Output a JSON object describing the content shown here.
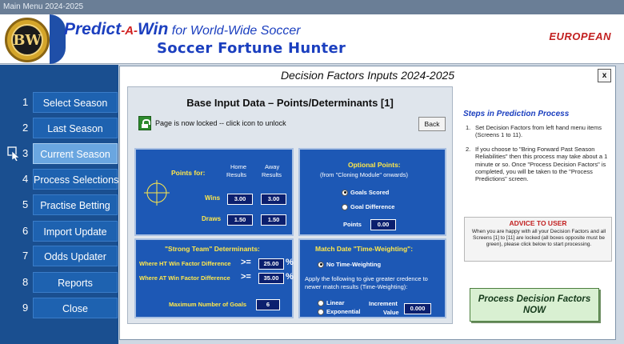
{
  "window": {
    "title": "Main Menu 2024-2025"
  },
  "header": {
    "logo_text": "BW",
    "brand_predict": "Predict",
    "brand_a": "-A-",
    "brand_win": "Win",
    "brand_rest": " for World-Wide Soccer",
    "brand_sub": "Soccer Fortune Hunter",
    "region": "EUROPEAN"
  },
  "sidebar": {
    "items": [
      {
        "num": "1",
        "label": "Select Season"
      },
      {
        "num": "2",
        "label": "Last Season"
      },
      {
        "num": "3",
        "label": "Current Season"
      },
      {
        "num": "4",
        "label": "Process Selections"
      },
      {
        "num": "5",
        "label": "Practise Betting"
      },
      {
        "num": "6",
        "label": "Import Update"
      },
      {
        "num": "7",
        "label": "Odds Updater"
      },
      {
        "num": "8",
        "label": "Reports"
      },
      {
        "num": "9",
        "label": "Close"
      }
    ]
  },
  "panel": {
    "title": "Decision Factors Inputs 2024-2025",
    "close_label": "x",
    "base_title": "Base Input Data – Points/Determinants [1]",
    "lock_text": "Page is now locked -- click icon to unlock",
    "back_label": "Back",
    "points": {
      "title": "Points for:",
      "home_hdr_1": "Home",
      "home_hdr_2": "Results",
      "away_hdr_1": "Away",
      "away_hdr_2": "Results",
      "wins_label": "Wins",
      "wins_home": "3.00",
      "wins_away": "3.00",
      "draws_label": "Draws",
      "draws_home": "1.50",
      "draws_away": "1.50"
    },
    "optional": {
      "title": "Optional Points:",
      "subtitle": "(from \"Cloning Module\" onwards)",
      "opt_goals": "Goals Scored",
      "opt_diff": "Goal Difference",
      "points_label": "Points",
      "points_value": "0.00"
    },
    "strong": {
      "title": "\"Strong Team\" Determinants:",
      "ht_label": "Where HT Win Factor Difference",
      "ht_op": ">=",
      "ht_value": "25.00",
      "ht_unit": "%",
      "at_label": "Where AT Win Factor Difference",
      "at_op": ">=",
      "at_value": "35.00",
      "at_unit": "%",
      "goals_label": "Maximum Number of Goals",
      "goals_value": "6"
    },
    "match": {
      "title": "Match Date \"Time-Weighting\":",
      "no_tw": "No Time-Weighting",
      "desc": "Apply the following to give greater credence to newer match results (Time-Weighting):",
      "linear": "Linear",
      "exponential": "Exponential",
      "inc_label_1": "Increment",
      "inc_label_2": "Value",
      "inc_value": "0.000"
    },
    "steps_title": "Steps in Prediction Process",
    "steps": [
      {
        "num": "1.",
        "text": "Set Decision Factors from left hand menu items (Screens 1 to 11)."
      },
      {
        "num": "2.",
        "text": "If you choose to \"Bring Forward Past Season Reliabilities\" then this process may take about a 1 minute or so. Once \"Process Decision Factors\" is completed, you will be taken to the \"Process Predictions\" screen."
      }
    ],
    "advice_title": "ADVICE TO USER",
    "advice_text": "When you are happy with all your Decision Factors and all Screens [1] to [11] are locked (all boxes opposite must be green), please click below to start processing.",
    "process_line1": "Process Decision Factors",
    "process_line2": "NOW"
  }
}
